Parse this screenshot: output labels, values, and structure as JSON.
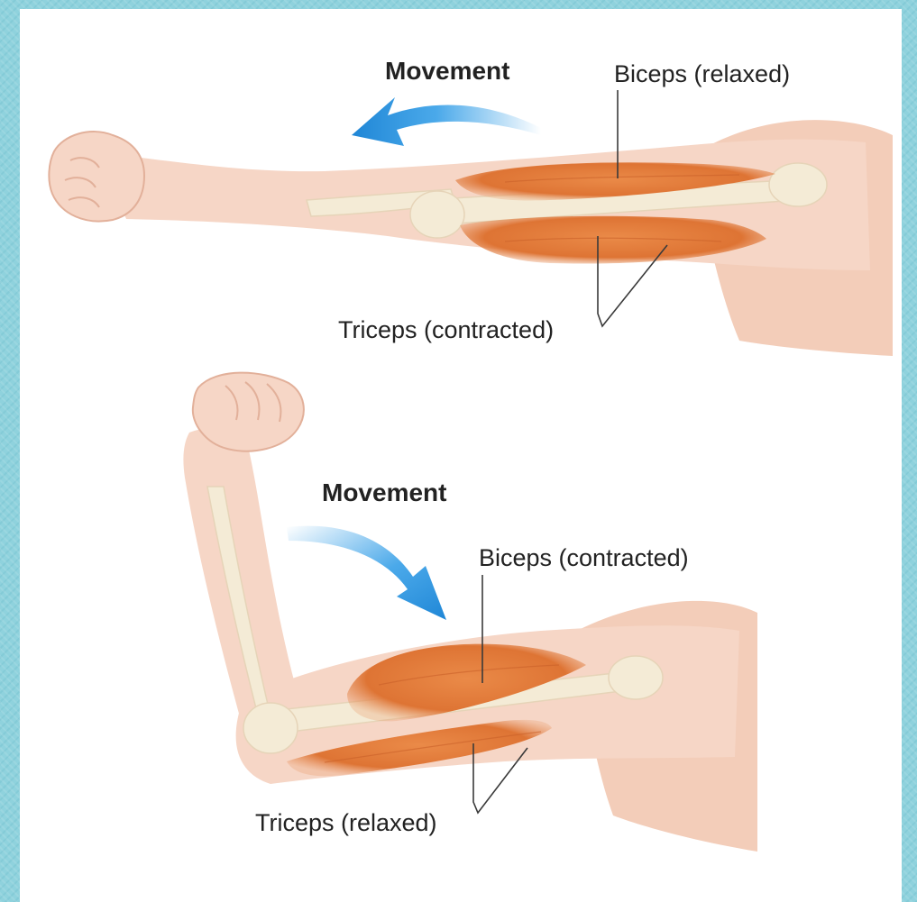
{
  "diagram": {
    "top": {
      "movement_label": "Movement",
      "biceps_label": "Biceps (relaxed)",
      "triceps_label": "Triceps (contracted)"
    },
    "bottom": {
      "movement_label": "Movement",
      "biceps_label": "Biceps (contracted)",
      "triceps_label": "Triceps (relaxed)"
    }
  },
  "colors": {
    "background": "#8fd2dd",
    "panel": "#ffffff",
    "skin": "#f6d6c6",
    "skin_shadow": "#e8b8a4",
    "muscle": "#e07a3a",
    "muscle_dark": "#c9602a",
    "bone": "#f4ebd6",
    "arrow": "#2b9ae6"
  }
}
